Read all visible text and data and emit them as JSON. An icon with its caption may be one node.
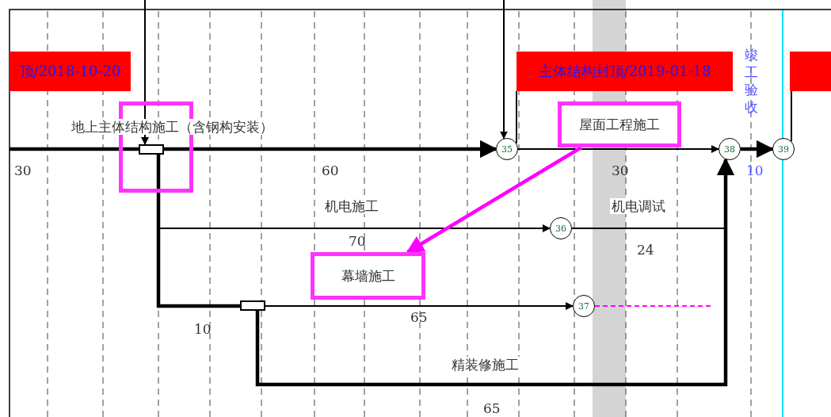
{
  "diagram": {
    "nodes": [
      {
        "text": [
          "顶/2018-10-20"
        ]
      },
      {
        "text": [
          "主体结构封顶/2019-01-18"
        ]
      },
      {
        "text": [],
        "shape": "box"
      },
      {
        "text": [],
        "shape": "box",
        "in": 2
      },
      {
        "text": [
          "35"
        ]
      },
      {
        "text": [
          "屋面工程施工"
        ]
      },
      {
        "text": [
          "38"
        ]
      },
      {
        "text": [
          "39"
        ]
      },
      {
        "text": [
          "36"
        ]
      },
      {
        "text": [
          "幕墙施工"
        ]
      },
      {
        "text": [],
        "shape": "box"
      },
      {
        "text": [
          "37"
        ]
      },
      {
        "text": [],
        "shape": "box"
      }
    ],
    "edges": [
      {
        "from": null,
        "to": 3,
        "arrow": "to"
      },
      {
        "from": null,
        "to": 3,
        "arrow": "none",
        "style": "thick"
      },
      {
        "from": 3,
        "to": 4,
        "arrow": "to",
        "label": "地上主体结构施工（含钢构安装）",
        "style": "thick"
      },
      {
        "from": null,
        "to": 4,
        "arrow": "to"
      },
      {
        "from": 1,
        "to": 4,
        "arrow": "none"
      },
      {
        "from": 4,
        "to": 6,
        "arrow": "to"
      },
      {
        "from": 6,
        "to": 7,
        "arrow": "to",
        "label": "竣工验收",
        "style": "thick"
      },
      {
        "from": 12,
        "to": 7,
        "arrow": "none"
      },
      {
        "from": 3,
        "to": 8,
        "arrow": "to",
        "label": "机电施工"
      },
      {
        "from": 8,
        "to": 6,
        "arrow": "to",
        "label": "机电调试"
      },
      {
        "from": 3,
        "to": 10,
        "arrow": "none",
        "style": "thick"
      },
      {
        "from": 10,
        "to": 11,
        "arrow": "to"
      },
      {
        "from": 11,
        "to": null,
        "arrow": "none",
        "style": "dashed",
        "color": "#ff00ff"
      },
      {
        "from": 10,
        "to": 6,
        "arrow": "to",
        "label": "精装修施工",
        "style": "thick"
      },
      {
        "from": 5,
        "to": 9,
        "arrow": "to",
        "style": "thick",
        "color": "#ff00ff"
      }
    ],
    "labels": [
      "30",
      "60",
      "30",
      "10",
      "70",
      "24",
      "10",
      "65",
      "65"
    ]
  }
}
